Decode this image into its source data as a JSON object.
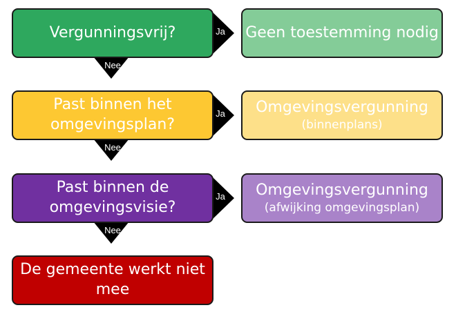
{
  "colors": {
    "q1": "#2ea85e",
    "r1": "#84cc98",
    "q2": "#fdc832",
    "r2": "#fde089",
    "q3": "#7030a0",
    "r3": "#a983c9",
    "end": "#c00000",
    "arrow": "#000000"
  },
  "steps": [
    {
      "question": "Vergunningsvrij?",
      "yes_label": "Ja",
      "no_label": "Nee",
      "result_main": "Geen toestemming nodig",
      "result_sub": ""
    },
    {
      "question": "Past binnen het omgevingsplan?",
      "yes_label": "Ja",
      "no_label": "Nee",
      "result_main": "Omgevingsvergunning",
      "result_sub": "(binnenplans)"
    },
    {
      "question": "Past binnen de omgevingsvisie?",
      "yes_label": "Ja",
      "no_label": "Nee",
      "result_main": "Omgevingsvergunning",
      "result_sub": "(afwijking omgevingsplan)"
    }
  ],
  "final": {
    "text": "De gemeente werkt niet mee"
  }
}
